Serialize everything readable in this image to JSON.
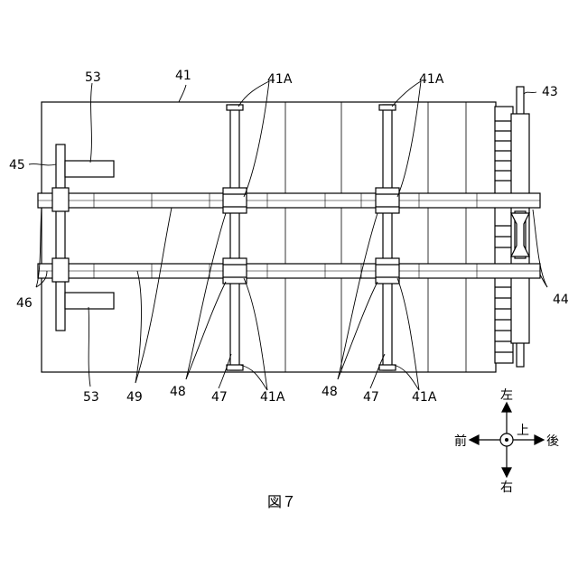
{
  "figure": {
    "caption": "図７",
    "labels": {
      "l41": "41",
      "l53_top": "53",
      "l53_bottom": "53",
      "l45": "45",
      "l46": "46",
      "l43": "43",
      "l44": "44",
      "l41A_1": "41A",
      "l41A_2": "41A",
      "l41A_3": "41A",
      "l41A_4": "41A",
      "l49": "49",
      "l48_1": "48",
      "l48_2": "48",
      "l47_1": "47",
      "l47_2": "47"
    },
    "compass": {
      "left": "左",
      "right": "右",
      "front": "前",
      "back": "後",
      "up": "上"
    }
  }
}
